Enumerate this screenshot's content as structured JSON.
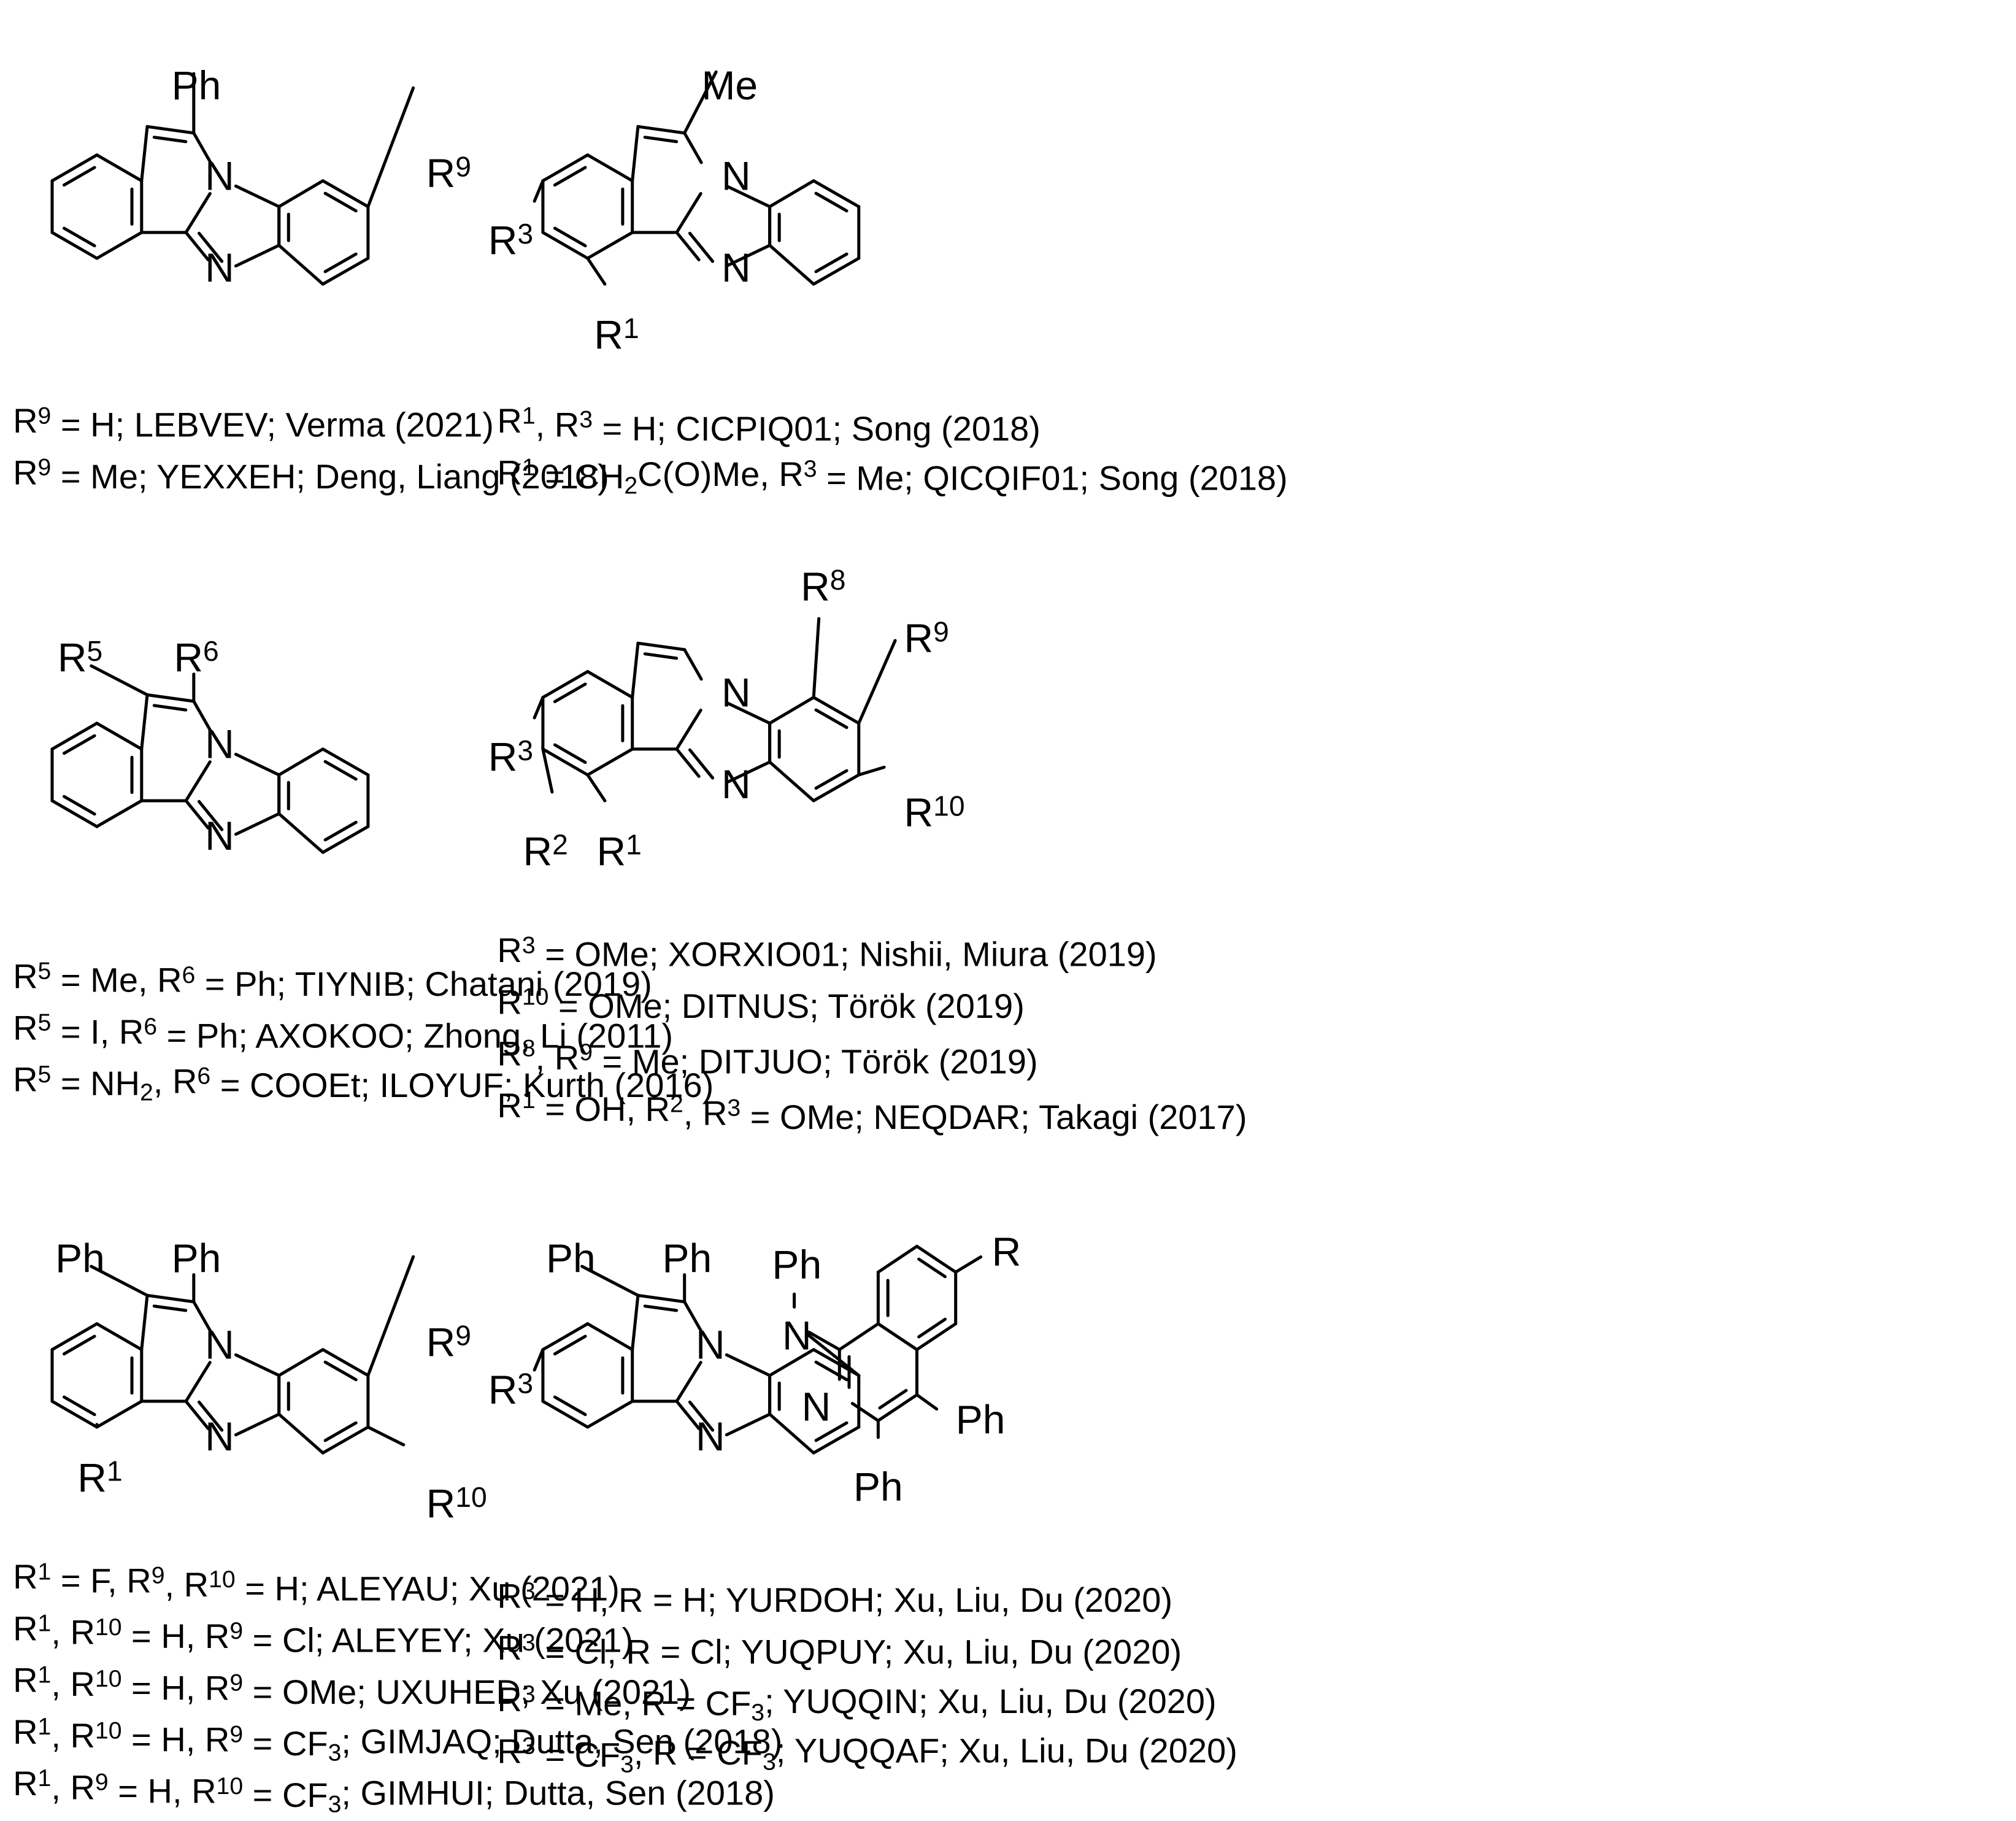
{
  "figure": {
    "panels": [
      {
        "id": "p1",
        "atoms": [
          "Ph",
          "N",
          "N",
          "R<sup>9</sup>"
        ],
        "captions": [
          "R<sup>9</sup> = H; LEBVEV; Verma (2021)",
          "R<sup>9</sup> = Me; YEXXEH; Deng, Liang (2018)"
        ]
      },
      {
        "id": "p2",
        "atoms": [
          "Me",
          "N",
          "N",
          "R<sup>3</sup>",
          "R<sup>1</sup>"
        ],
        "captions": [
          "R<sup>1</sup>, R<sup>3</sup> = H; CICPIQ01; Song (2018)",
          "R<sup>1</sup> = CH<sub>2</sub>C(O)Me, R<sup>3</sup> = Me; QICQIF01; Song (2018)"
        ]
      },
      {
        "id": "p3",
        "atoms": [
          "R<sup>5</sup>",
          "R<sup>6</sup>",
          "N",
          "N"
        ],
        "captions": [
          "R<sup>5</sup> = Me, R<sup>6</sup> = Ph; TIYNIB; Chatani (2019)",
          "R<sup>5</sup> = I, R<sup>6</sup> = Ph; AXOKOO; Zhong, Li (2011)",
          "R<sup>5</sup> = NH<sub>2</sub>, R<sup>6</sup> = COOEt; ILOYUF; Kurth (2016)"
        ]
      },
      {
        "id": "p4",
        "atoms": [
          "R<sup>8</sup>",
          "R<sup>9</sup>",
          "N",
          "R<sup>3</sup>",
          "N",
          "R<sup>10</sup>",
          "R<sup>2</sup>",
          "R<sup>1</sup>"
        ],
        "captions": [
          "R<sup>3</sup> = OMe; XORXIO01; Nishii, Miura (2019)",
          "R<sup>10</sup> = OMe; DITNUS; Török (2019)",
          "R<sup>8</sup>, R<sup>9</sup> = Me; DITJUO; Török (2019)",
          "R<sup>1</sup> = OH, R<sup>2</sup>, R<sup>3</sup> = OMe; NEQDAR; Takagi (2017)"
        ]
      },
      {
        "id": "p5",
        "atoms": [
          "Ph",
          "Ph",
          "R<sup>9</sup>",
          "N",
          "N",
          "R<sup>10</sup>",
          "R<sup>1</sup>"
        ],
        "captions": [
          "R<sup>1</sup> = F, R<sup>9</sup>, R<sup>10</sup> = H; ALEYAU; Xu (2021)",
          "R<sup>1</sup>, R<sup>10</sup> = H, R<sup>9</sup> = Cl; ALEYEY; Xu (2021)",
          "R<sup>1</sup>, R<sup>10</sup> = H, R<sup>9</sup> = OMe; UXUHED; Xu (2021)",
          "R<sup>1</sup>, R<sup>10</sup> = H, R<sup>9</sup> = CF<sub>3</sub>; GIMJAQ; Dutta, Sen (2018)",
          "R<sup>1</sup>, R<sup>9</sup> = H, R<sup>10</sup> = CF<sub>3</sub>; GIMHUI; Dutta, Sen (2018)"
        ]
      },
      {
        "id": "p6",
        "atoms": [
          "Ph",
          "Ph",
          "Ph",
          "R",
          "N",
          "N",
          "R<sup>3</sup>",
          "N",
          "Ph",
          "N",
          "Ph"
        ],
        "captions": [
          "R<sup>3</sup> = H, R = H; YURDOH; Xu, Liu, Du (2020)",
          "R<sup>3</sup> = Cl, R = Cl; YUQPUY; Xu, Liu, Du (2020)",
          "R<sup>3</sup> = Me, R = CF<sub>3</sub>; YUQQIN; Xu, Liu, Du (2020)",
          "R<sup>3</sup> = CF<sub>3</sub>, R = CF<sub>3</sub>; YUQQAF; Xu, Liu, Du (2020)"
        ]
      }
    ]
  }
}
